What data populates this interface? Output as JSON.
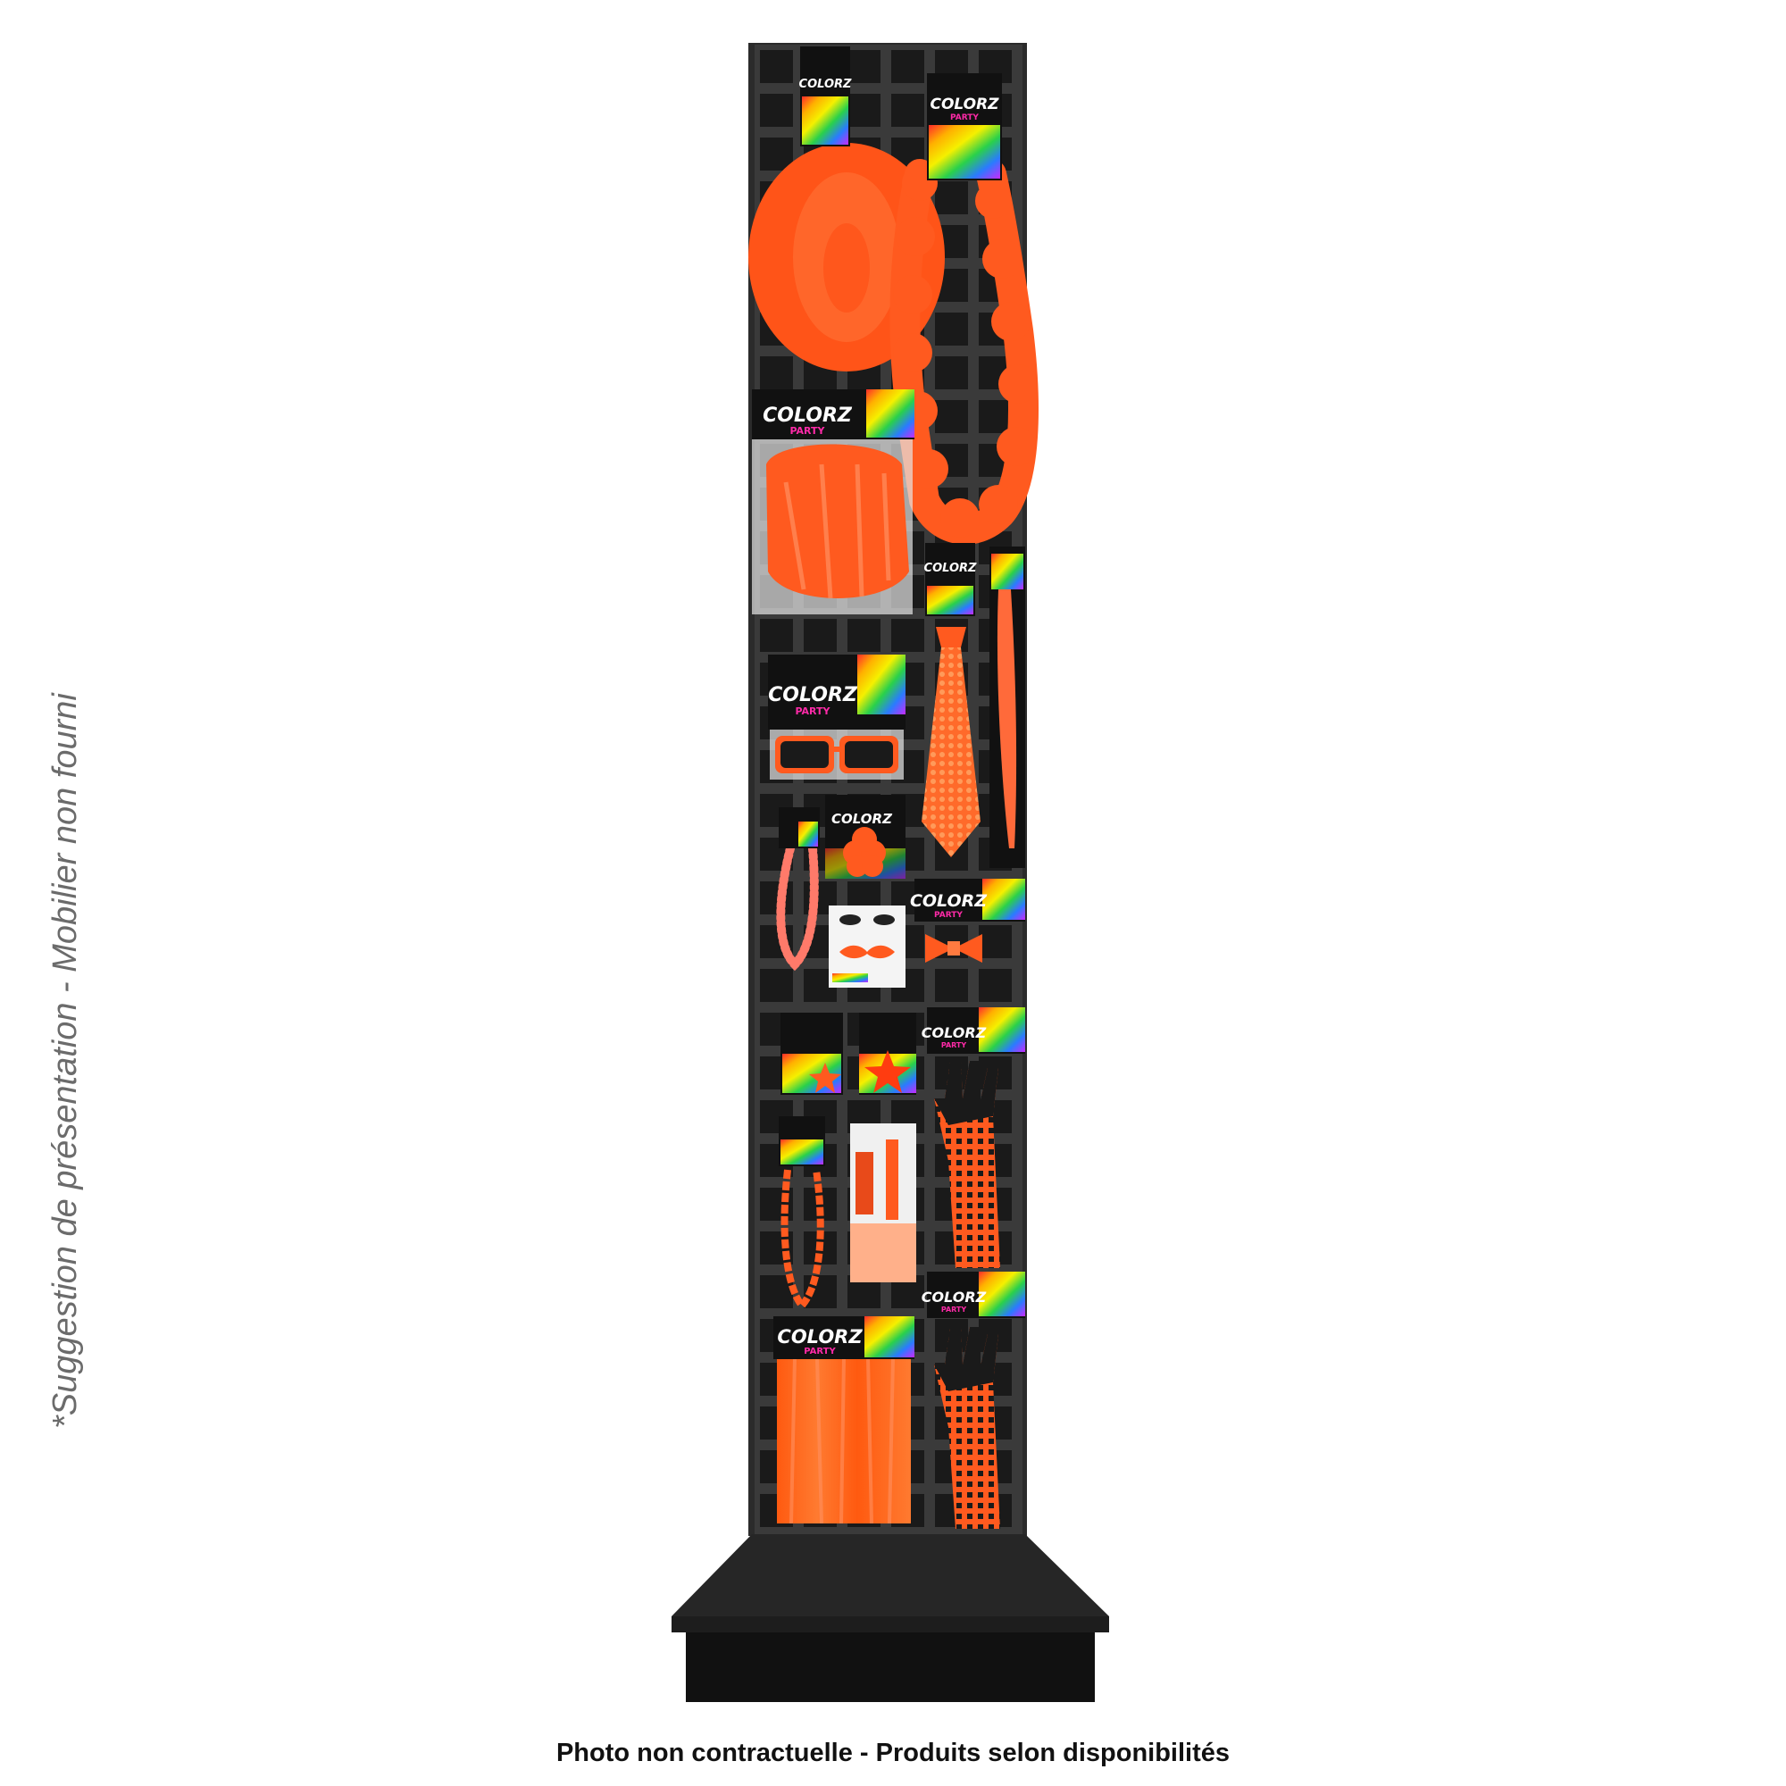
{
  "side_note": "*Suggestion de présentation - Mobilier non fourni",
  "disclaimer": "Photo non contractuelle - Produits selon disponibilités",
  "brand": {
    "name": "COLORZ",
    "sub": "PARTY"
  },
  "colors": {
    "panel": "#2b2b2b",
    "grid": "#111111",
    "product": "#ff5a1f",
    "base": "#1c1c1c"
  },
  "products": [
    {
      "id": "hat",
      "name": "orange-hat"
    },
    {
      "id": "lei",
      "name": "orange-flower-lei"
    },
    {
      "id": "wig",
      "name": "orange-wig"
    },
    {
      "id": "tie",
      "name": "orange-sequin-tie"
    },
    {
      "id": "hair-extension",
      "name": "orange-hair-extension"
    },
    {
      "id": "glasses",
      "name": "orange-sunglasses"
    },
    {
      "id": "bead-necklace",
      "name": "orange-bead-necklace"
    },
    {
      "id": "flower-clip",
      "name": "orange-flower-clip"
    },
    {
      "id": "mustache",
      "name": "orange-mustache"
    },
    {
      "id": "bow-tie",
      "name": "orange-bow-tie"
    },
    {
      "id": "earrings",
      "name": "orange-star-earrings"
    },
    {
      "id": "star-clip",
      "name": "orange-star-clip"
    },
    {
      "id": "fishnet-gloves-1",
      "name": "orange-fishnet-gloves"
    },
    {
      "id": "chain-necklace",
      "name": "orange-chain-necklace"
    },
    {
      "id": "stockings",
      "name": "orange-stockings"
    },
    {
      "id": "tutu",
      "name": "orange-tutu"
    },
    {
      "id": "fishnet-gloves-2",
      "name": "orange-fishnet-gloves"
    }
  ]
}
